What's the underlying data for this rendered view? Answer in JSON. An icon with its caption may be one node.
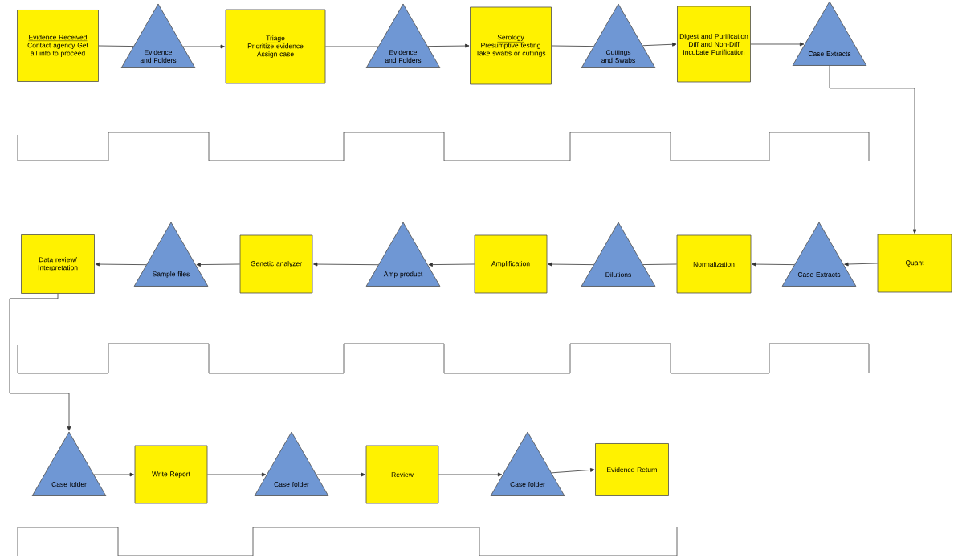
{
  "diagram": {
    "nodes": [
      {
        "text": [
          "Evidence Received",
          "Contact agency Get all info to proceed"
        ]
      },
      {
        "text": [
          "Evidence and Folders"
        ]
      },
      {
        "text": [
          "Triage",
          "Prioritize evidence Assign case"
        ]
      },
      {
        "text": [
          "Evidence and Folders"
        ]
      },
      {
        "text": [
          "Serology",
          "Presumptive testing Take swabs or cuttings"
        ]
      },
      {
        "text": [
          "Cuttings and Swabs"
        ]
      },
      {
        "text": [
          "Digest and Purification Diff and Non-Diff Incubate Purification"
        ]
      },
      {
        "text": [
          "Case Extracts"
        ]
      },
      {
        "text": [
          "Quant"
        ]
      },
      {
        "text": [
          "Case Extracts"
        ]
      },
      {
        "text": [
          "Normalization"
        ]
      },
      {
        "text": [
          "Dilutions"
        ]
      },
      {
        "text": [
          "Amplification"
        ]
      },
      {
        "text": [
          "Amp product"
        ]
      },
      {
        "text": [
          "Genetic analyzer"
        ]
      },
      {
        "text": [
          "Sample files"
        ]
      },
      {
        "text": [
          "Data review/ Interpretation"
        ]
      },
      {
        "text": [
          "Case folder"
        ]
      },
      {
        "text": [
          "Write Report"
        ]
      },
      {
        "text": [
          "Case folder"
        ]
      },
      {
        "text": [
          "Review"
        ]
      },
      {
        "text": [
          "Case folder"
        ]
      },
      {
        "text": [
          "Evidence Return"
        ]
      }
    ],
    "edges": [
      {
        "from": 0,
        "to": 1,
        "arrow": "none"
      },
      {
        "from": 1,
        "to": 2,
        "arrow": "to"
      },
      {
        "from": 2,
        "to": 3,
        "arrow": "none"
      },
      {
        "from": 3,
        "to": 4,
        "arrow": "to"
      },
      {
        "from": 4,
        "to": 5,
        "arrow": "none"
      },
      {
        "from": 5,
        "to": 6,
        "arrow": "to"
      },
      {
        "from": 6,
        "to": 7,
        "arrow": "to"
      },
      {
        "from": 7,
        "to": 8,
        "arrow": "to"
      },
      {
        "from": 8,
        "to": 9,
        "arrow": "to"
      },
      {
        "from": 9,
        "to": 10,
        "arrow": "to"
      },
      {
        "from": 10,
        "to": 11,
        "arrow": "none"
      },
      {
        "from": 11,
        "to": 12,
        "arrow": "to"
      },
      {
        "from": 12,
        "to": 13,
        "arrow": "to"
      },
      {
        "from": 13,
        "to": 14,
        "arrow": "to"
      },
      {
        "from": 14,
        "to": 15,
        "arrow": "to"
      },
      {
        "from": 15,
        "to": 16,
        "arrow": "to"
      },
      {
        "from": 16,
        "to": 17,
        "arrow": "to"
      },
      {
        "from": 17,
        "to": 18,
        "arrow": "to"
      },
      {
        "from": 18,
        "to": 19,
        "arrow": "to"
      },
      {
        "from": 19,
        "to": 20,
        "arrow": "to"
      },
      {
        "from": 20,
        "to": 21,
        "arrow": "to"
      },
      {
        "from": 21,
        "to": 22,
        "arrow": "to"
      }
    ]
  }
}
